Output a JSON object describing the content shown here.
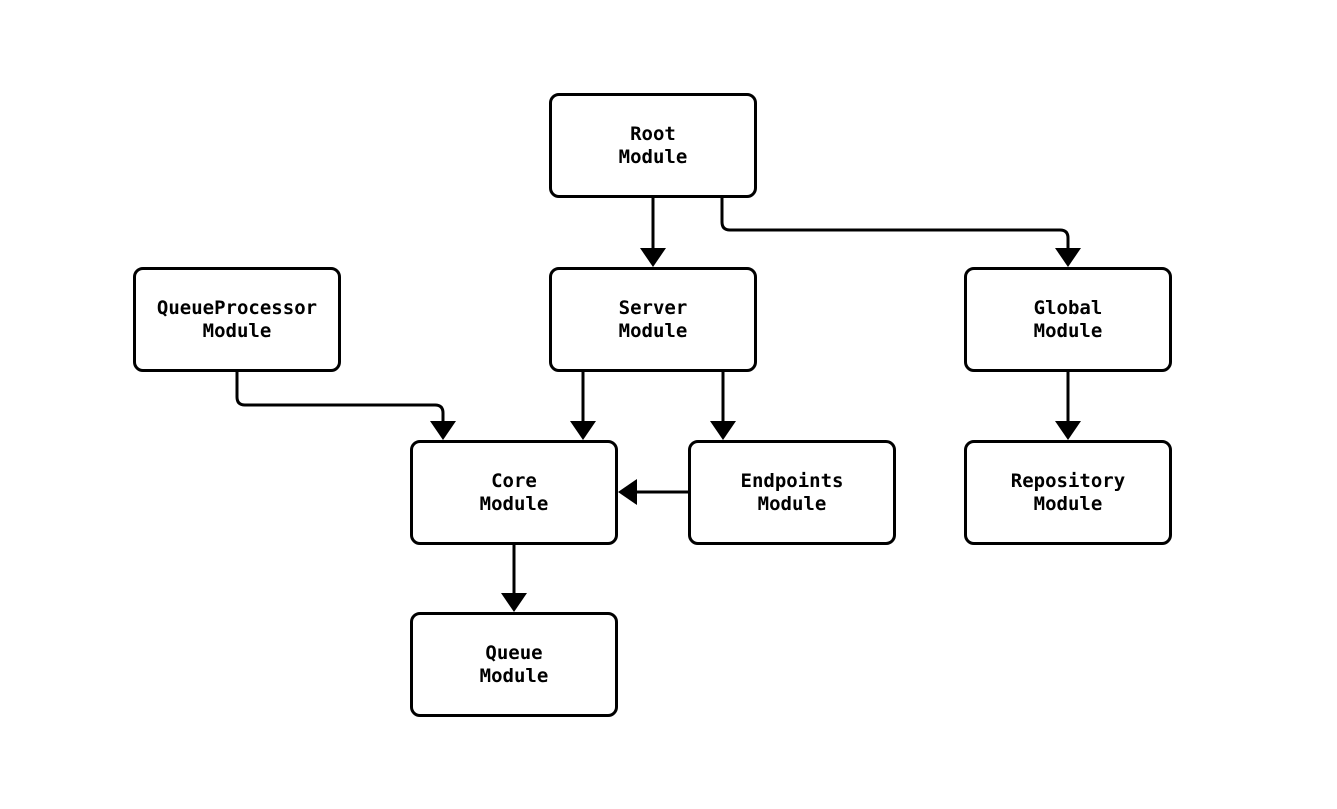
{
  "diagram": {
    "type": "module-dependency-graph",
    "background_color": "#ffffff",
    "box_fill_color": "#ffffff",
    "stroke_color": "#000000",
    "nodes": [
      {
        "id": "root",
        "label": "Root\nModule"
      },
      {
        "id": "queueprocessor",
        "label": "QueueProcessor\nModule"
      },
      {
        "id": "server",
        "label": "Server\nModule"
      },
      {
        "id": "global",
        "label": "Global\nModule"
      },
      {
        "id": "core",
        "label": "Core\nModule"
      },
      {
        "id": "endpoints",
        "label": "Endpoints\nModule"
      },
      {
        "id": "repository",
        "label": "Repository\nModule"
      },
      {
        "id": "queue",
        "label": "Queue\nModule"
      }
    ],
    "edges": [
      {
        "from": "root",
        "to": "server"
      },
      {
        "from": "root",
        "to": "global"
      },
      {
        "from": "queueprocessor",
        "to": "core"
      },
      {
        "from": "server",
        "to": "core"
      },
      {
        "from": "server",
        "to": "endpoints"
      },
      {
        "from": "endpoints",
        "to": "core"
      },
      {
        "from": "global",
        "to": "repository"
      },
      {
        "from": "core",
        "to": "queue"
      }
    ]
  }
}
